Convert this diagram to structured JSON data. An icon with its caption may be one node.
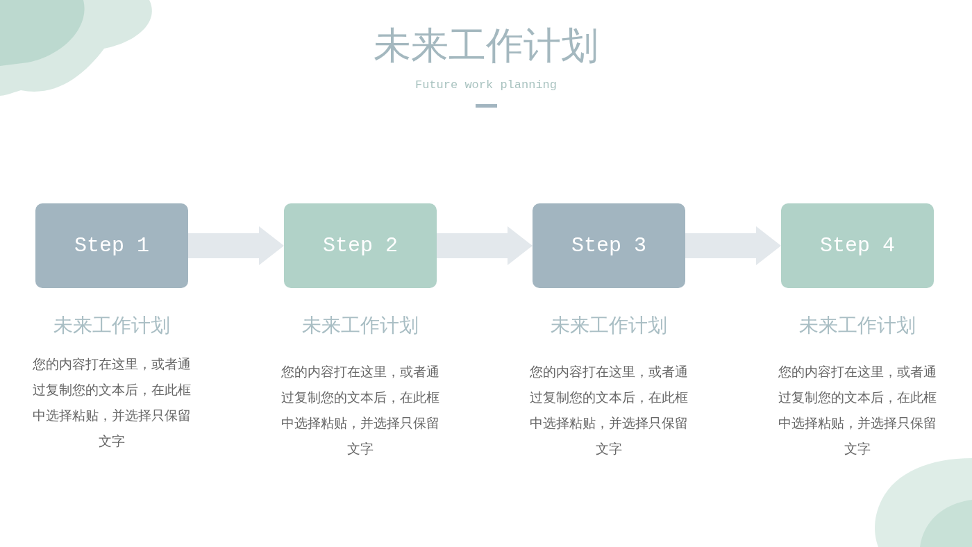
{
  "diagram": {
    "title": "未来工作计划",
    "nodes": [
      {
        "text": [
          "Step 1"
        ],
        "beside": [
          "未来工作计划",
          "您的内容打在这里，或者通过复制您的文本后，在此框中选择粘贴，并选择只保留文字"
        ]
      },
      {
        "text": [
          "Step 2"
        ],
        "beside": [
          "未来工作计划",
          "您的内容打在这里，或者通过复制您的文本后，在此框中选择粘贴，并选择只保留文字"
        ]
      },
      {
        "text": [
          "Step 3"
        ],
        "beside": [
          "未来工作计划",
          "您的内容打在这里，或者通过复制您的文本后，在此框中选择粘贴，并选择只保留文字"
        ]
      },
      {
        "text": [
          "Step 4"
        ],
        "beside": [
          "未来工作计划",
          "您的内容打在这里，或者通过复制您的文本后，在此框中选择粘贴，并选择只保留文字"
        ]
      }
    ],
    "edges": [
      {
        "from": 0,
        "to": 1,
        "arrow": "to"
      },
      {
        "from": 1,
        "to": 2,
        "arrow": "to"
      },
      {
        "from": 2,
        "to": 3,
        "arrow": "to"
      }
    ],
    "labels": [
      "Future work planning"
    ]
  }
}
